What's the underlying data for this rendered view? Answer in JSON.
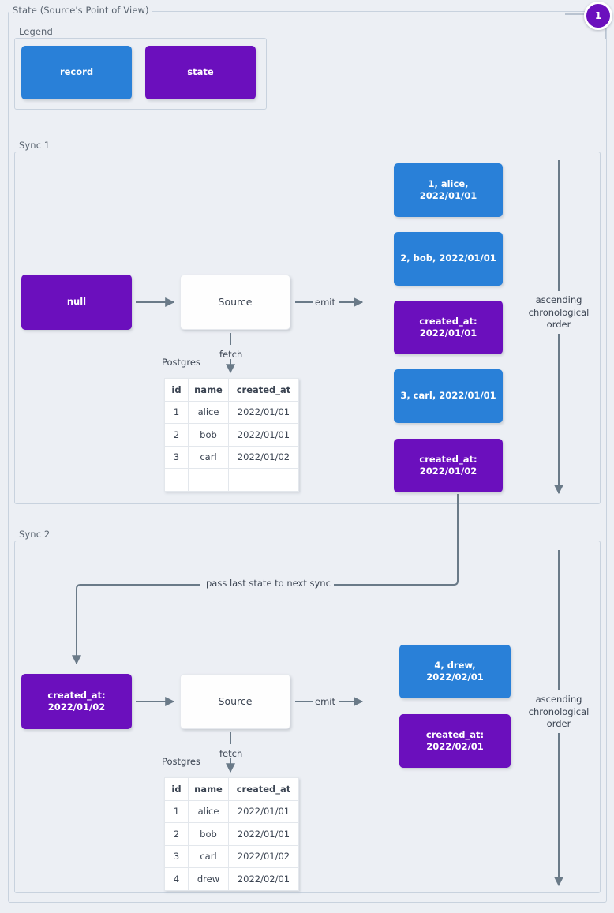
{
  "page": {
    "title": "State (Source's Point of View)",
    "background_color": "#eceff4",
    "record_color": "#2980d8",
    "state_color": "#6b0fbd",
    "connector_color": "#6a7a88"
  },
  "badge": {
    "label": "1"
  },
  "legend": {
    "title": "Legend",
    "items": [
      {
        "label": "record",
        "kind": "record"
      },
      {
        "label": "state",
        "kind": "state"
      }
    ]
  },
  "syncs": [
    {
      "title": "Sync 1",
      "input_state": {
        "label": "null",
        "kind": "state"
      },
      "source": {
        "label": "Source"
      },
      "fetch_label": "fetch",
      "emit_label": "emit",
      "db_label": "Postgres",
      "table": {
        "columns": [
          "id",
          "name",
          "created_at"
        ],
        "rows": [
          [
            "1",
            "alice",
            "2022/01/01"
          ],
          [
            "2",
            "bob",
            "2022/01/01"
          ],
          [
            "3",
            "carl",
            "2022/01/02"
          ],
          [
            "",
            "",
            ""
          ]
        ]
      },
      "emitted": [
        {
          "kind": "record",
          "line1": "1, alice, 2022/01/01",
          "line2": ""
        },
        {
          "kind": "record",
          "line1": "2, bob, 2022/01/01",
          "line2": ""
        },
        {
          "kind": "state",
          "line1": "created_at:",
          "line2": "2022/01/01"
        },
        {
          "kind": "record",
          "line1": "3, carl, 2022/01/01",
          "line2": ""
        },
        {
          "kind": "state",
          "line1": "created_at:",
          "line2": "2022/01/02"
        }
      ],
      "order_label": "ascending chronological order"
    },
    {
      "title": "Sync 2",
      "input_state": {
        "label_line1": "created_at:",
        "label_line2": "2022/01/02",
        "kind": "state"
      },
      "source": {
        "label": "Source"
      },
      "fetch_label": "fetch",
      "emit_label": "emit",
      "db_label": "Postgres",
      "carry_label": "pass last state to next sync",
      "table": {
        "columns": [
          "id",
          "name",
          "created_at"
        ],
        "rows": [
          [
            "1",
            "alice",
            "2022/01/01"
          ],
          [
            "2",
            "bob",
            "2022/01/01"
          ],
          [
            "3",
            "carl",
            "2022/01/02"
          ],
          [
            "4",
            "drew",
            "2022/02/01"
          ]
        ]
      },
      "emitted": [
        {
          "kind": "record",
          "line1": "4, drew, 2022/02/01",
          "line2": ""
        },
        {
          "kind": "state",
          "line1": "created_at:",
          "line2": "2022/02/01"
        }
      ],
      "order_label": "ascending chronological order"
    }
  ]
}
